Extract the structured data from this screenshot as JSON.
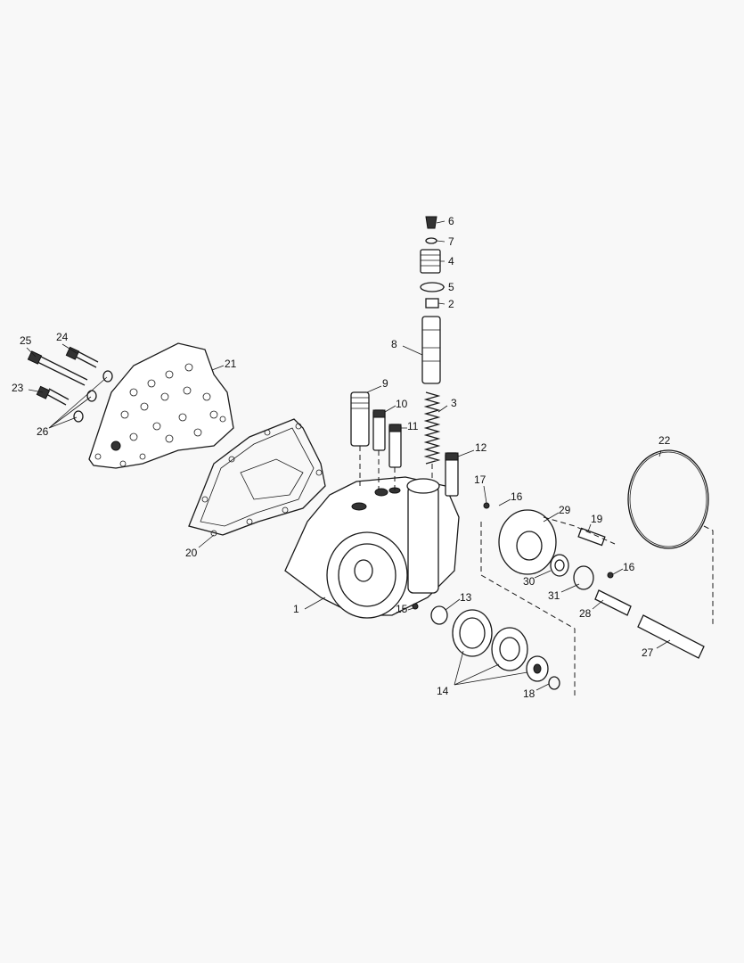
{
  "diagram": {
    "type": "exploded-parts-view",
    "callouts": {
      "c1": "1",
      "c2": "2",
      "c3": "3",
      "c4": "4",
      "c5": "5",
      "c6": "6",
      "c7": "7",
      "c8": "8",
      "c9": "9",
      "c10": "10",
      "c11": "11",
      "c12": "12",
      "c13": "13",
      "c14": "14",
      "c15": "15",
      "c16a": "16",
      "c16b": "16",
      "c17": "17",
      "c18": "18",
      "c19": "19",
      "c20": "20",
      "c21": "21",
      "c22": "22",
      "c23": "23",
      "c24": "24",
      "c25": "25",
      "c26": "26",
      "c27": "27",
      "c28": "28",
      "c29": "29",
      "c30": "30",
      "c31": "31"
    }
  }
}
